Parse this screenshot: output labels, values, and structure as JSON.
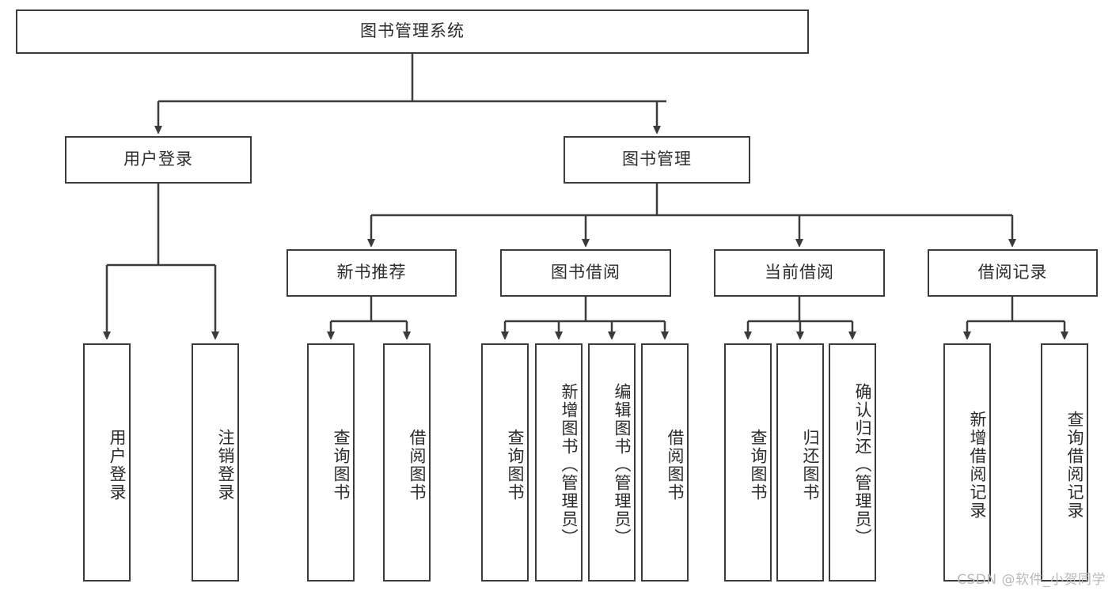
{
  "diagram": {
    "title": "图书管理系统",
    "type": "tree-hierarchy",
    "watermark": "CSDN @软件_小贺同学",
    "colors": {
      "box_border": "#3b3b3b",
      "box_fill": "#ffffff",
      "connector": "#3b3b3b",
      "text": "#2b2b2b",
      "background": "#ffffff",
      "watermark": "#b9b9b9"
    },
    "levels": {
      "root": {
        "label": "图书管理系统"
      },
      "level2": [
        {
          "label": "用户登录"
        },
        {
          "label": "图书管理"
        }
      ],
      "level3": [
        {
          "label": "新书推荐"
        },
        {
          "label": "图书借阅"
        },
        {
          "label": "当前借阅"
        },
        {
          "label": "借阅记录"
        }
      ],
      "leaves": {
        "user_login": [
          {
            "label": "用户登录"
          },
          {
            "label": "注销登录"
          }
        ],
        "new_book_recommend": [
          {
            "label": "查询图书"
          },
          {
            "label": "借阅图书"
          }
        ],
        "book_borrow": [
          {
            "label": "查询图书"
          },
          {
            "label": "新增图书（管理员）"
          },
          {
            "label": "编辑图书（管理员）"
          },
          {
            "label": "借阅图书"
          }
        ],
        "current_borrow": [
          {
            "label": "查询图书"
          },
          {
            "label": "归还图书"
          },
          {
            "label": "确认归还（管理员）"
          }
        ],
        "borrow_record": [
          {
            "label": "新增借阅记录"
          },
          {
            "label": "查询借阅记录"
          }
        ]
      }
    }
  }
}
